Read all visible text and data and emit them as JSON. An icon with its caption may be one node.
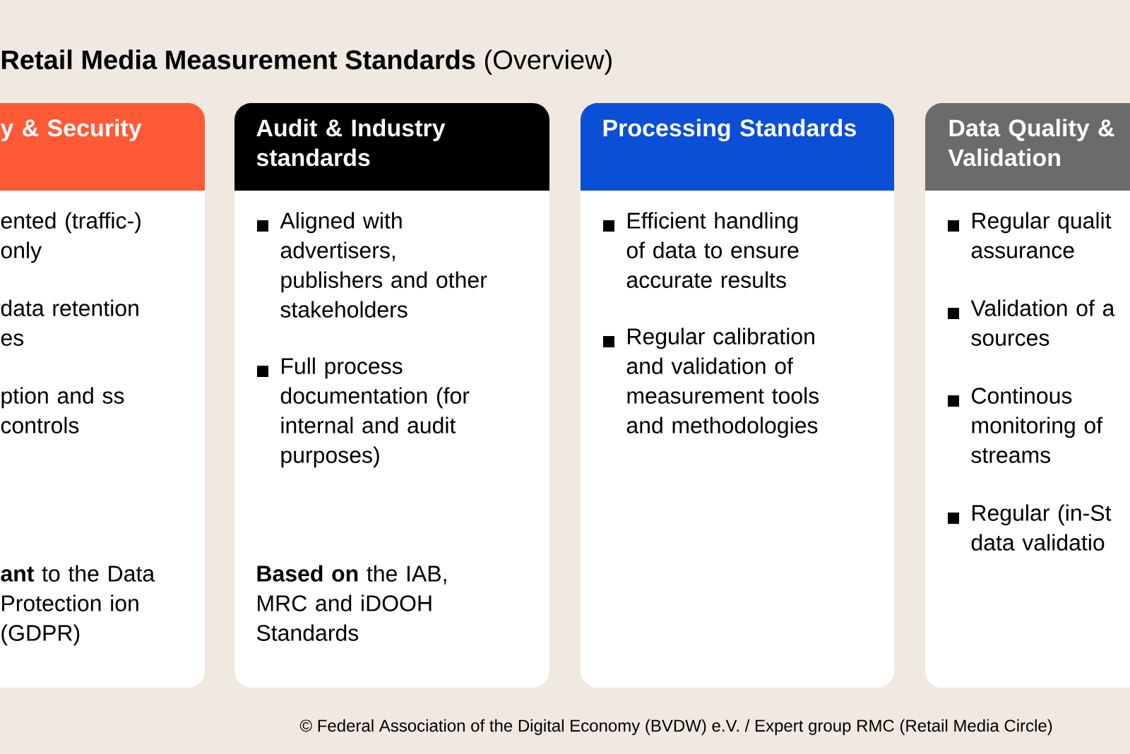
{
  "diagram": {
    "title": "**Retail Media Measurement Standards** (Overview)",
    "nodes": [
      {
        "text": [
          "y & Security",
          "ented (traffic-) only",
          "data retention es",
          "ption and ss controls",
          "**ant** to the Data Protection ion (GDPR)"
        ]
      },
      {
        "text": [
          "Audit & Industry standards",
          "Aligned with advertisers, publishers and other stakeholders",
          "Full process documentation (for internal and audit purposes)",
          "**Based on** the IAB, MRC and iDOOH Standards"
        ]
      },
      {
        "text": [
          "Processing Standards",
          "Efficient handling of data to ensure accurate results",
          "Regular calibration and validation of measurement tools and methodologies"
        ]
      },
      {
        "text": [
          "Data Quality & Validation",
          "Regular qualit assurance",
          "Validation of a sources",
          "Continous monitoring of streams",
          "Regular (in-St data validatio"
        ]
      }
    ],
    "labels": [
      "© Federal Association of the Digital Economy (BVDW) e.V. / Expert group RMC (Retail Media Circle)"
    ]
  }
}
